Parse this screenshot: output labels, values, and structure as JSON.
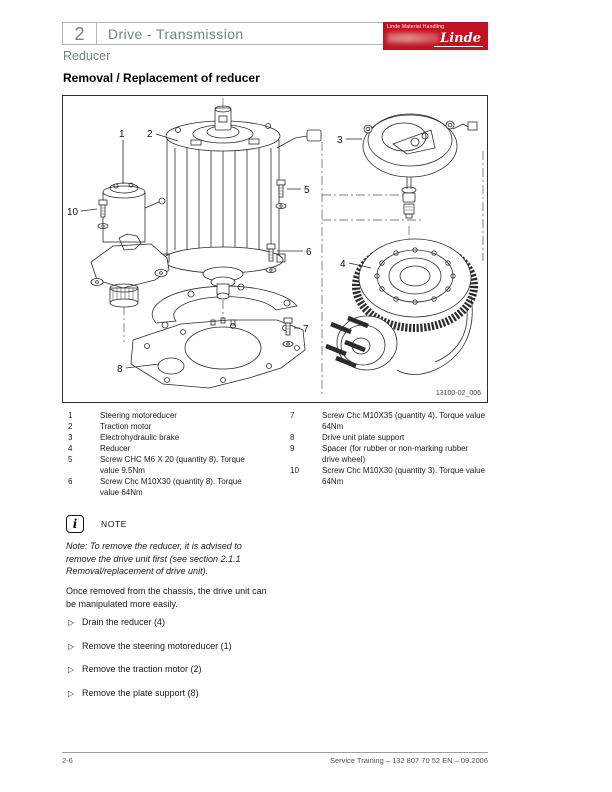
{
  "header": {
    "chapter_number": "2",
    "chapter_title": "Drive - Transmission",
    "section": "Reducer",
    "logo": {
      "tagline": "Linde Material Handling",
      "wordmark": "Linde"
    }
  },
  "page_title": "Removal / Replacement of reducer",
  "figure": {
    "caption": "13100-02_006",
    "callouts": [
      "1",
      "2",
      "3",
      "4",
      "5",
      "6",
      "7",
      "8",
      "10"
    ]
  },
  "parts": {
    "left": [
      {
        "num": "1",
        "desc": "Steering motoreducer"
      },
      {
        "num": "2",
        "desc": "Traction motor"
      },
      {
        "num": "3",
        "desc": "Electrohydraulic brake"
      },
      {
        "num": "4",
        "desc": "Reducer"
      },
      {
        "num": "5",
        "desc": "Screw CHC M6 X 20 (quantity 8).  Torque value 9.5Nm"
      },
      {
        "num": "6",
        "desc": "Screw Chc M10X30 (quantity 8).  Torque value 64Nm"
      }
    ],
    "right": [
      {
        "num": "7",
        "desc": "Screw Chc M10X35 (quantity 4).  Torque value 64Nm"
      },
      {
        "num": "8",
        "desc": "Drive unit plate support"
      },
      {
        "num": "9",
        "desc": "Spacer (for rubber or non-marking rubber drive wheel)"
      },
      {
        "num": "10",
        "desc": "Screw Chc M10X30 (quantity 3).  Torque value 64Nm"
      }
    ]
  },
  "note": {
    "label": "NOTE",
    "icon_glyph": "i",
    "text": "Note:  To remove the reducer, it is advised to remove the drive unit first (see section 2.1.1 Removal/replacement of drive unit)."
  },
  "paragraph": "Once removed from the chassis, the drive unit can be manipulated more easily.",
  "steps": {
    "bullet": "▷",
    "items": [
      "Drain the reducer (4)",
      "Remove the steering motoreducer (1)",
      "Remove the traction motor (2)",
      "Remove the plate support (8)"
    ]
  },
  "footer": {
    "page_number": "2-6",
    "reference": "Service Training – 132 807 70 52 EN – 09.2006"
  },
  "colors": {
    "accent_red": "#bf1322",
    "heading_gray": "#6f8486"
  }
}
